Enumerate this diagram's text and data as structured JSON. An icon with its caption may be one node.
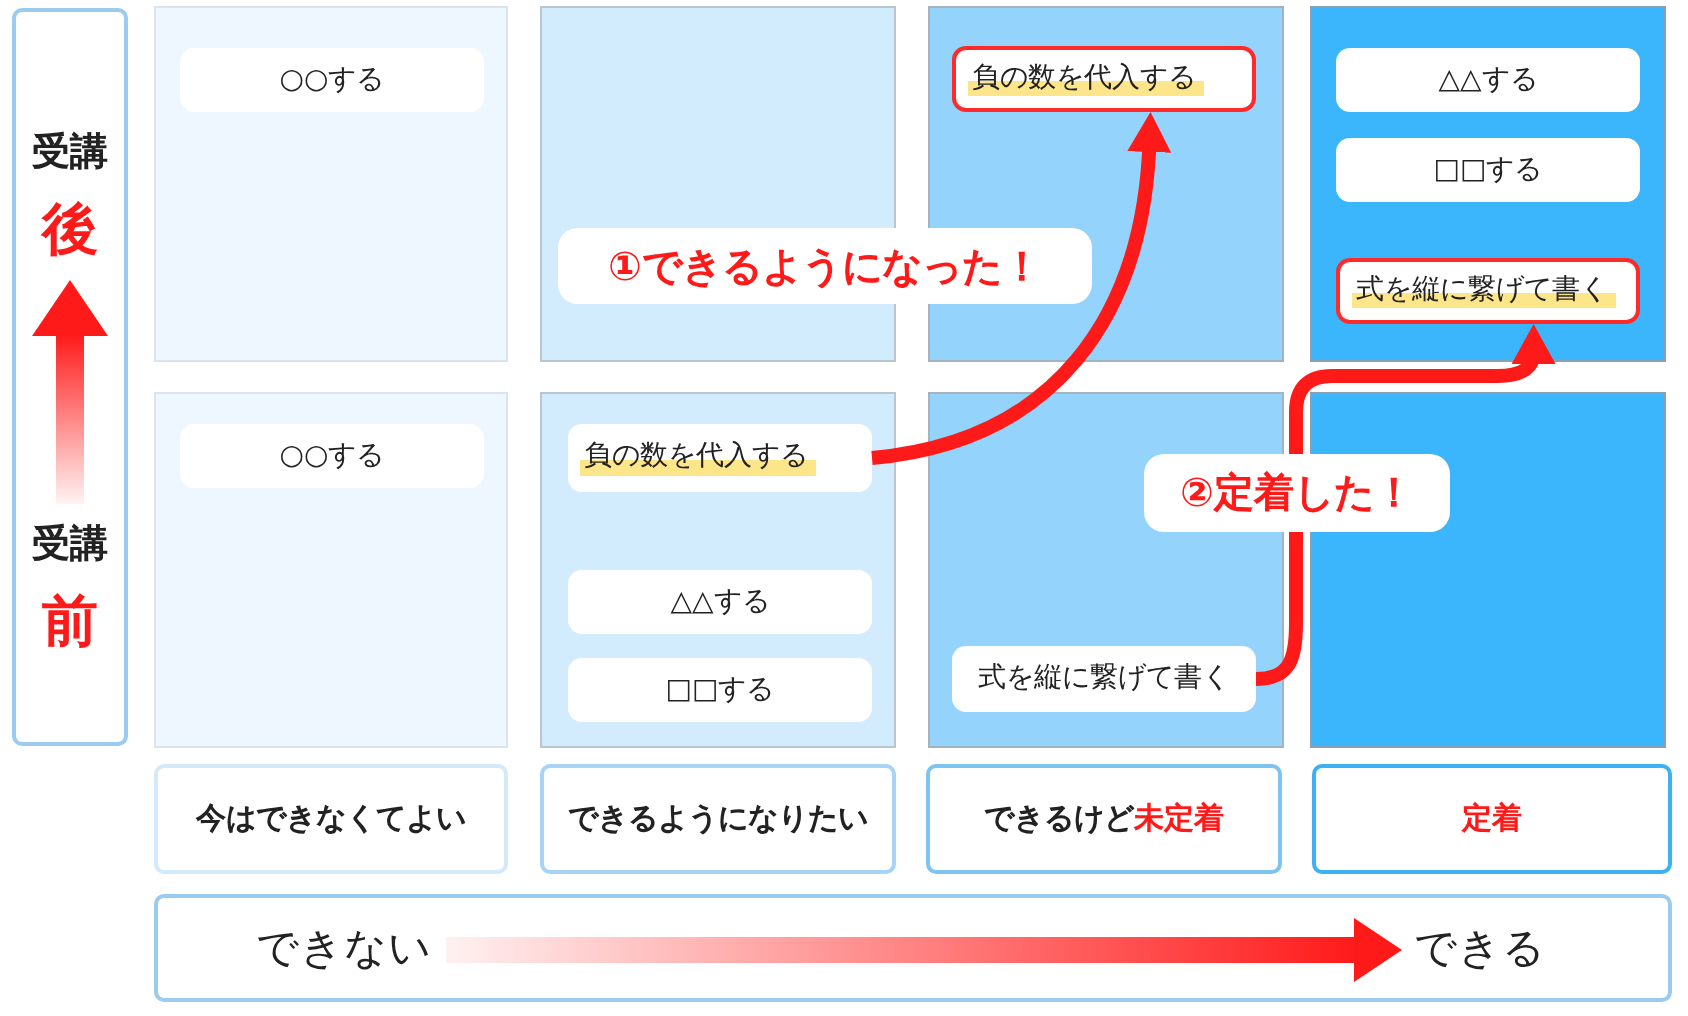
{
  "diagram": {
    "nodes": [
      {
        "text": [
          "受講",
          "後",
          "受講",
          "前"
        ]
      },
      {
        "text": [],
        "shape": "box"
      },
      {
        "text": [
          "○○する"
        ],
        "in": 1
      },
      {
        "text": [],
        "shape": "box"
      },
      {
        "text": [],
        "shape": "box"
      },
      {
        "text": [
          "負の数を代入する"
        ],
        "in": 4
      },
      {
        "text": [],
        "shape": "box"
      },
      {
        "text": [
          "△△する"
        ],
        "in": 6
      },
      {
        "text": [
          "□□する"
        ],
        "in": 6
      },
      {
        "text": [
          "式を縦に繋げて書く"
        ],
        "in": 6
      },
      {
        "text": [],
        "shape": "box"
      },
      {
        "text": [
          "○○する"
        ],
        "in": 10
      },
      {
        "text": [],
        "shape": "box"
      },
      {
        "text": [
          "負の数を代入する"
        ],
        "in": 12
      },
      {
        "text": [
          "△△する"
        ],
        "in": 12
      },
      {
        "text": [
          "□□する"
        ],
        "in": 12
      },
      {
        "text": [],
        "shape": "box"
      },
      {
        "text": [
          "式を縦に繋げて書く"
        ],
        "in": 16
      },
      {
        "text": [],
        "shape": "box"
      },
      {
        "text": [
          "今はできなくてよい"
        ]
      },
      {
        "text": [
          "できるようになりたい"
        ]
      },
      {
        "text": [
          "できるけど**未定着**"
        ]
      },
      {
        "text": [
          "定着"
        ]
      },
      {
        "text": [
          "できない",
          "できる"
        ]
      }
    ],
    "edges": [
      {
        "from": 13,
        "to": 5,
        "arrow": "to",
        "label": "①できるようになった！"
      },
      {
        "from": 17,
        "to": 9,
        "arrow": "to",
        "label": "②定着した！"
      }
    ]
  }
}
